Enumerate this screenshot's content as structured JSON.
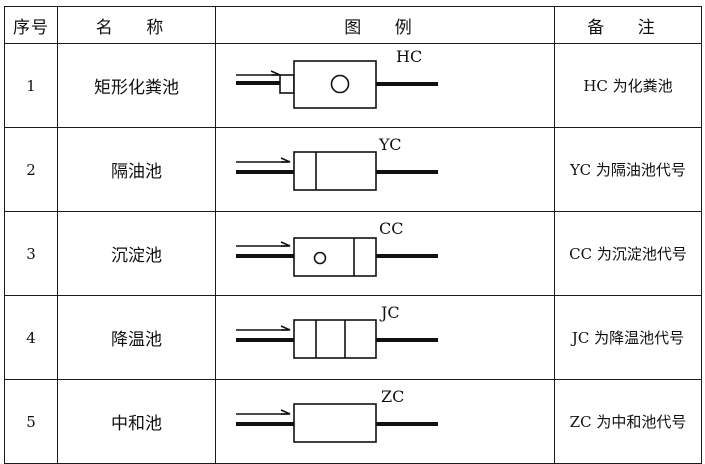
{
  "header": {
    "no": "序号",
    "name": "名 称",
    "symbol": "图 例",
    "note": "备 注"
  },
  "rows": [
    {
      "no": "1",
      "name": "矩形化粪池",
      "code": "HC",
      "note": "HC 为化粪池",
      "icon": "septic-tank-symbol"
    },
    {
      "no": "2",
      "name": "隔油池",
      "code": "YC",
      "note": "YC 为隔油池代号",
      "icon": "grease-trap-symbol"
    },
    {
      "no": "3",
      "name": "沉淀池",
      "code": "CC",
      "note": "CC 为沉淀池代号",
      "icon": "sedimentation-tank-symbol"
    },
    {
      "no": "4",
      "name": "降温池",
      "code": "JC",
      "note": "JC 为降温池代号",
      "icon": "cooling-tank-symbol"
    },
    {
      "no": "5",
      "name": "中和池",
      "code": "ZC",
      "note": "ZC 为中和池代号",
      "icon": "neutralization-tank-symbol"
    }
  ]
}
